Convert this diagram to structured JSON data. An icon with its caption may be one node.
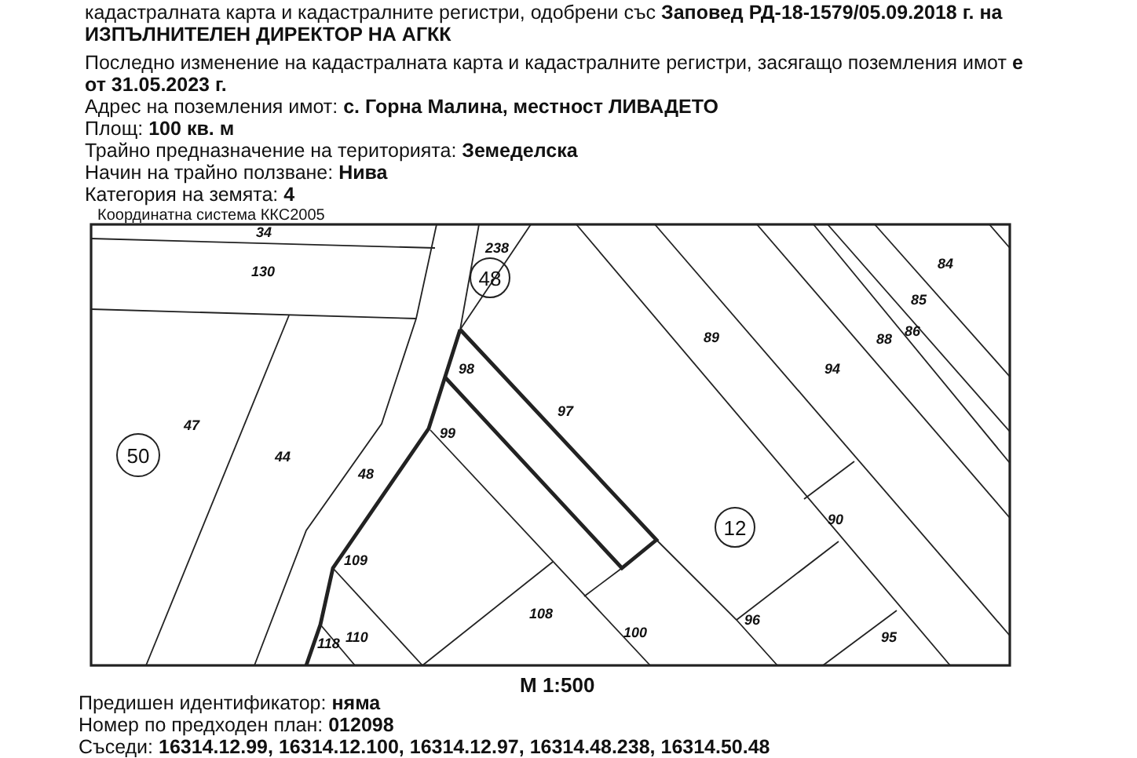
{
  "diagram": {
    "nodes": [
      {
        "text": [
          "50"
        ]
      },
      {
        "text": [
          "48"
        ]
      },
      {
        "text": [
          "12"
        ]
      }
    ],
    "labels": [
      "кадастралната карта и кадастралните регистри, одобрени със **Заповед РД-18-1579/05.09.2018 г. на ИЗПЪЛНИТЕЛЕН ДИРЕКТОР НА АГКК**",
      "Последно изменение на кадастралната карта и кадастралните регистри, засягащо поземления имот **е от 31.05.2023 г.**",
      "Адрес на поземления имот: **с. Горна Малина, местност ЛИВАДЕТО**",
      "Площ: **100 кв. м**",
      "Трайно предназначение на територията: **Земеделска**",
      "Начин на трайно ползване: **Нива**",
      "Категория на земята: **4**",
      "Координатна система ККС2005",
      "34",
      "130",
      "238",
      "47",
      "44",
      "48",
      "98",
      "97",
      "99",
      "109",
      "110",
      "118",
      "108",
      "100",
      "89",
      "94",
      "84",
      "85",
      "86",
      "88",
      "90",
      "96",
      "95",
      "М 1:500",
      "Предишен идентификатор: **няма**",
      "Номер по предходен план: **012098**",
      "Съседи: **16314.12.99, 16314.12.100, 16314.12.97, 16314.48.238, 16314.50.48**"
    ]
  }
}
